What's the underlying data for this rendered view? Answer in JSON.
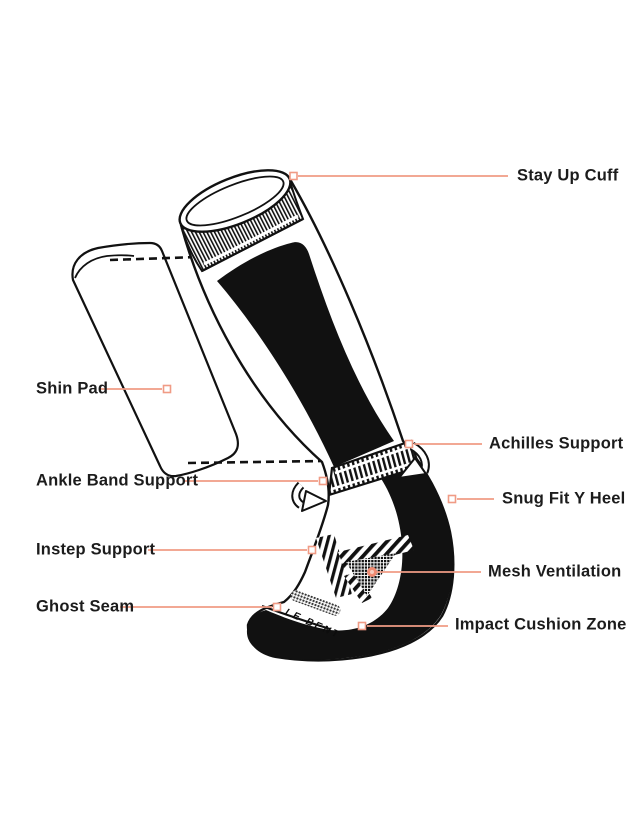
{
  "page": {
    "background": "#ffffff"
  },
  "diagram": {
    "brand_text": "LE BENT",
    "accent_color": "#F09B85",
    "ink_color": "#111111",
    "labels": [
      {
        "id": "stay-up-cuff",
        "text": "Stay Up Cuff",
        "side": "right"
      },
      {
        "id": "shin-pad",
        "text": "Shin Pad",
        "side": "left"
      },
      {
        "id": "achilles-support",
        "text": "Achilles Support",
        "side": "right"
      },
      {
        "id": "ankle-band-support",
        "text": "Ankle Band Support",
        "side": "left"
      },
      {
        "id": "snug-fit-y-heel",
        "text": "Snug Fit Y Heel",
        "side": "right"
      },
      {
        "id": "instep-support",
        "text": "Instep Support",
        "side": "left"
      },
      {
        "id": "mesh-ventilation",
        "text": "Mesh Ventilation",
        "side": "right"
      },
      {
        "id": "ghost-seam",
        "text": "Ghost Seam",
        "side": "left"
      },
      {
        "id": "impact-cushion-zone",
        "text": "Impact Cushion Zone",
        "side": "right"
      }
    ]
  }
}
